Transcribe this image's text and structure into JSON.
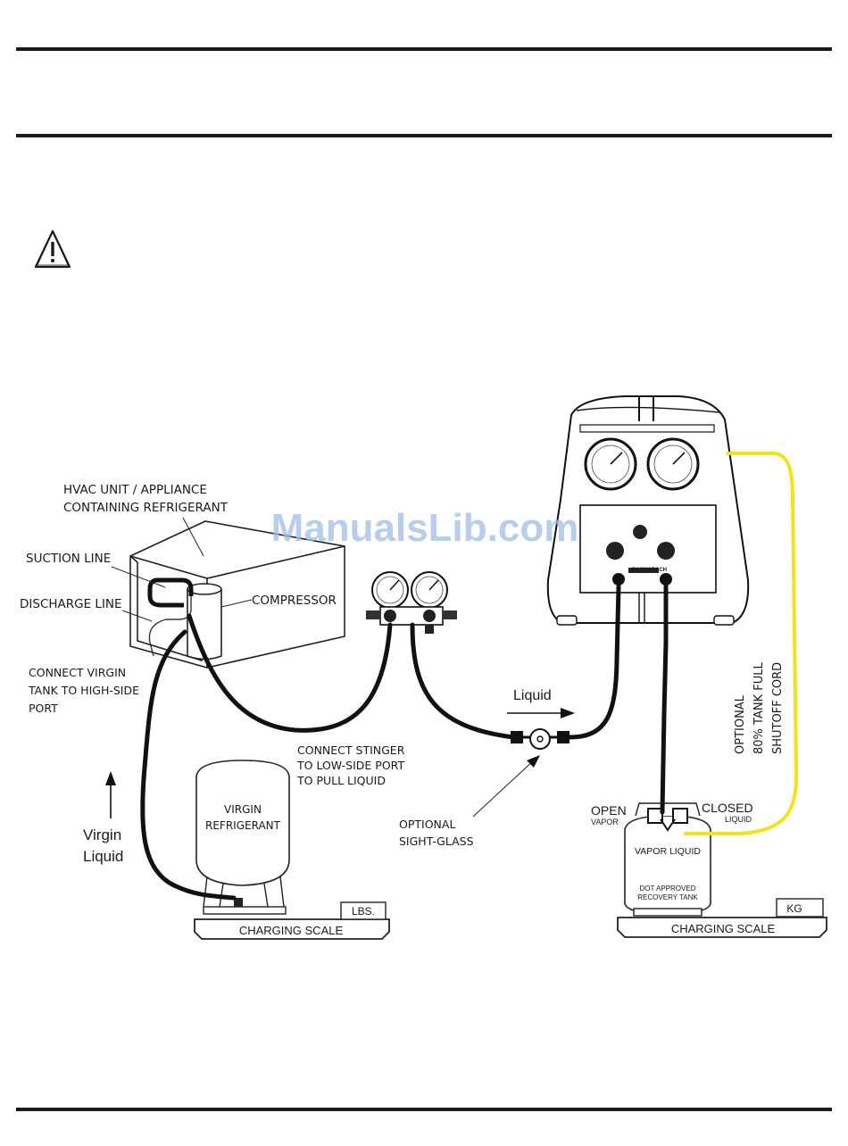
{
  "watermark": "ManualsLib.com",
  "labels": {
    "hvac_unit": [
      "HVAC UNIT / APPLIANCE",
      "CONTAINING REFRIGERANT"
    ],
    "suction_line": "SUCTION LINE",
    "discharge_line": "DISCHARGE LINE",
    "compressor": "COMPRESSOR",
    "connect_virgin": [
      "CONNECT VIRGIN",
      "TANK TO HIGH-SIDE",
      "PORT"
    ],
    "virgin_liquid": [
      "Virgin",
      "Liquid"
    ],
    "virgin_tank": [
      "VIRGIN",
      "REFRIGERANT"
    ],
    "lbs": "LBS.",
    "charging_scale_left": "CHARGING SCALE",
    "connect_stinger": [
      "CONNECT STINGER",
      "TO LOW-SIDE PORT",
      "TO PULL LIQUID"
    ],
    "optional_sight_glass": [
      "OPTIONAL",
      "SIGHT-GLASS"
    ],
    "liquid_flow": "Liquid",
    "open": "OPEN",
    "vapor": "VAPOR",
    "closed": "CLOSED",
    "liquid_small": "LIQUID",
    "tank_ports": "VAPOR LIQUID",
    "recovery_tank": [
      "DOT APPROVED",
      "RECOVERY TANK"
    ],
    "kg": "KG",
    "charging_scale_right": "CHARGING SCALE",
    "shutoff_cord": [
      "OPTIONAL",
      "80% TANK FULL",
      "SHUTOFF CORD"
    ],
    "brand": "BACHARACH"
  },
  "colors": {
    "rule": "#1b1b1b",
    "hose": "#111111",
    "shutoff_cord": "#f2e21a",
    "watermark": "#9fbde6"
  }
}
